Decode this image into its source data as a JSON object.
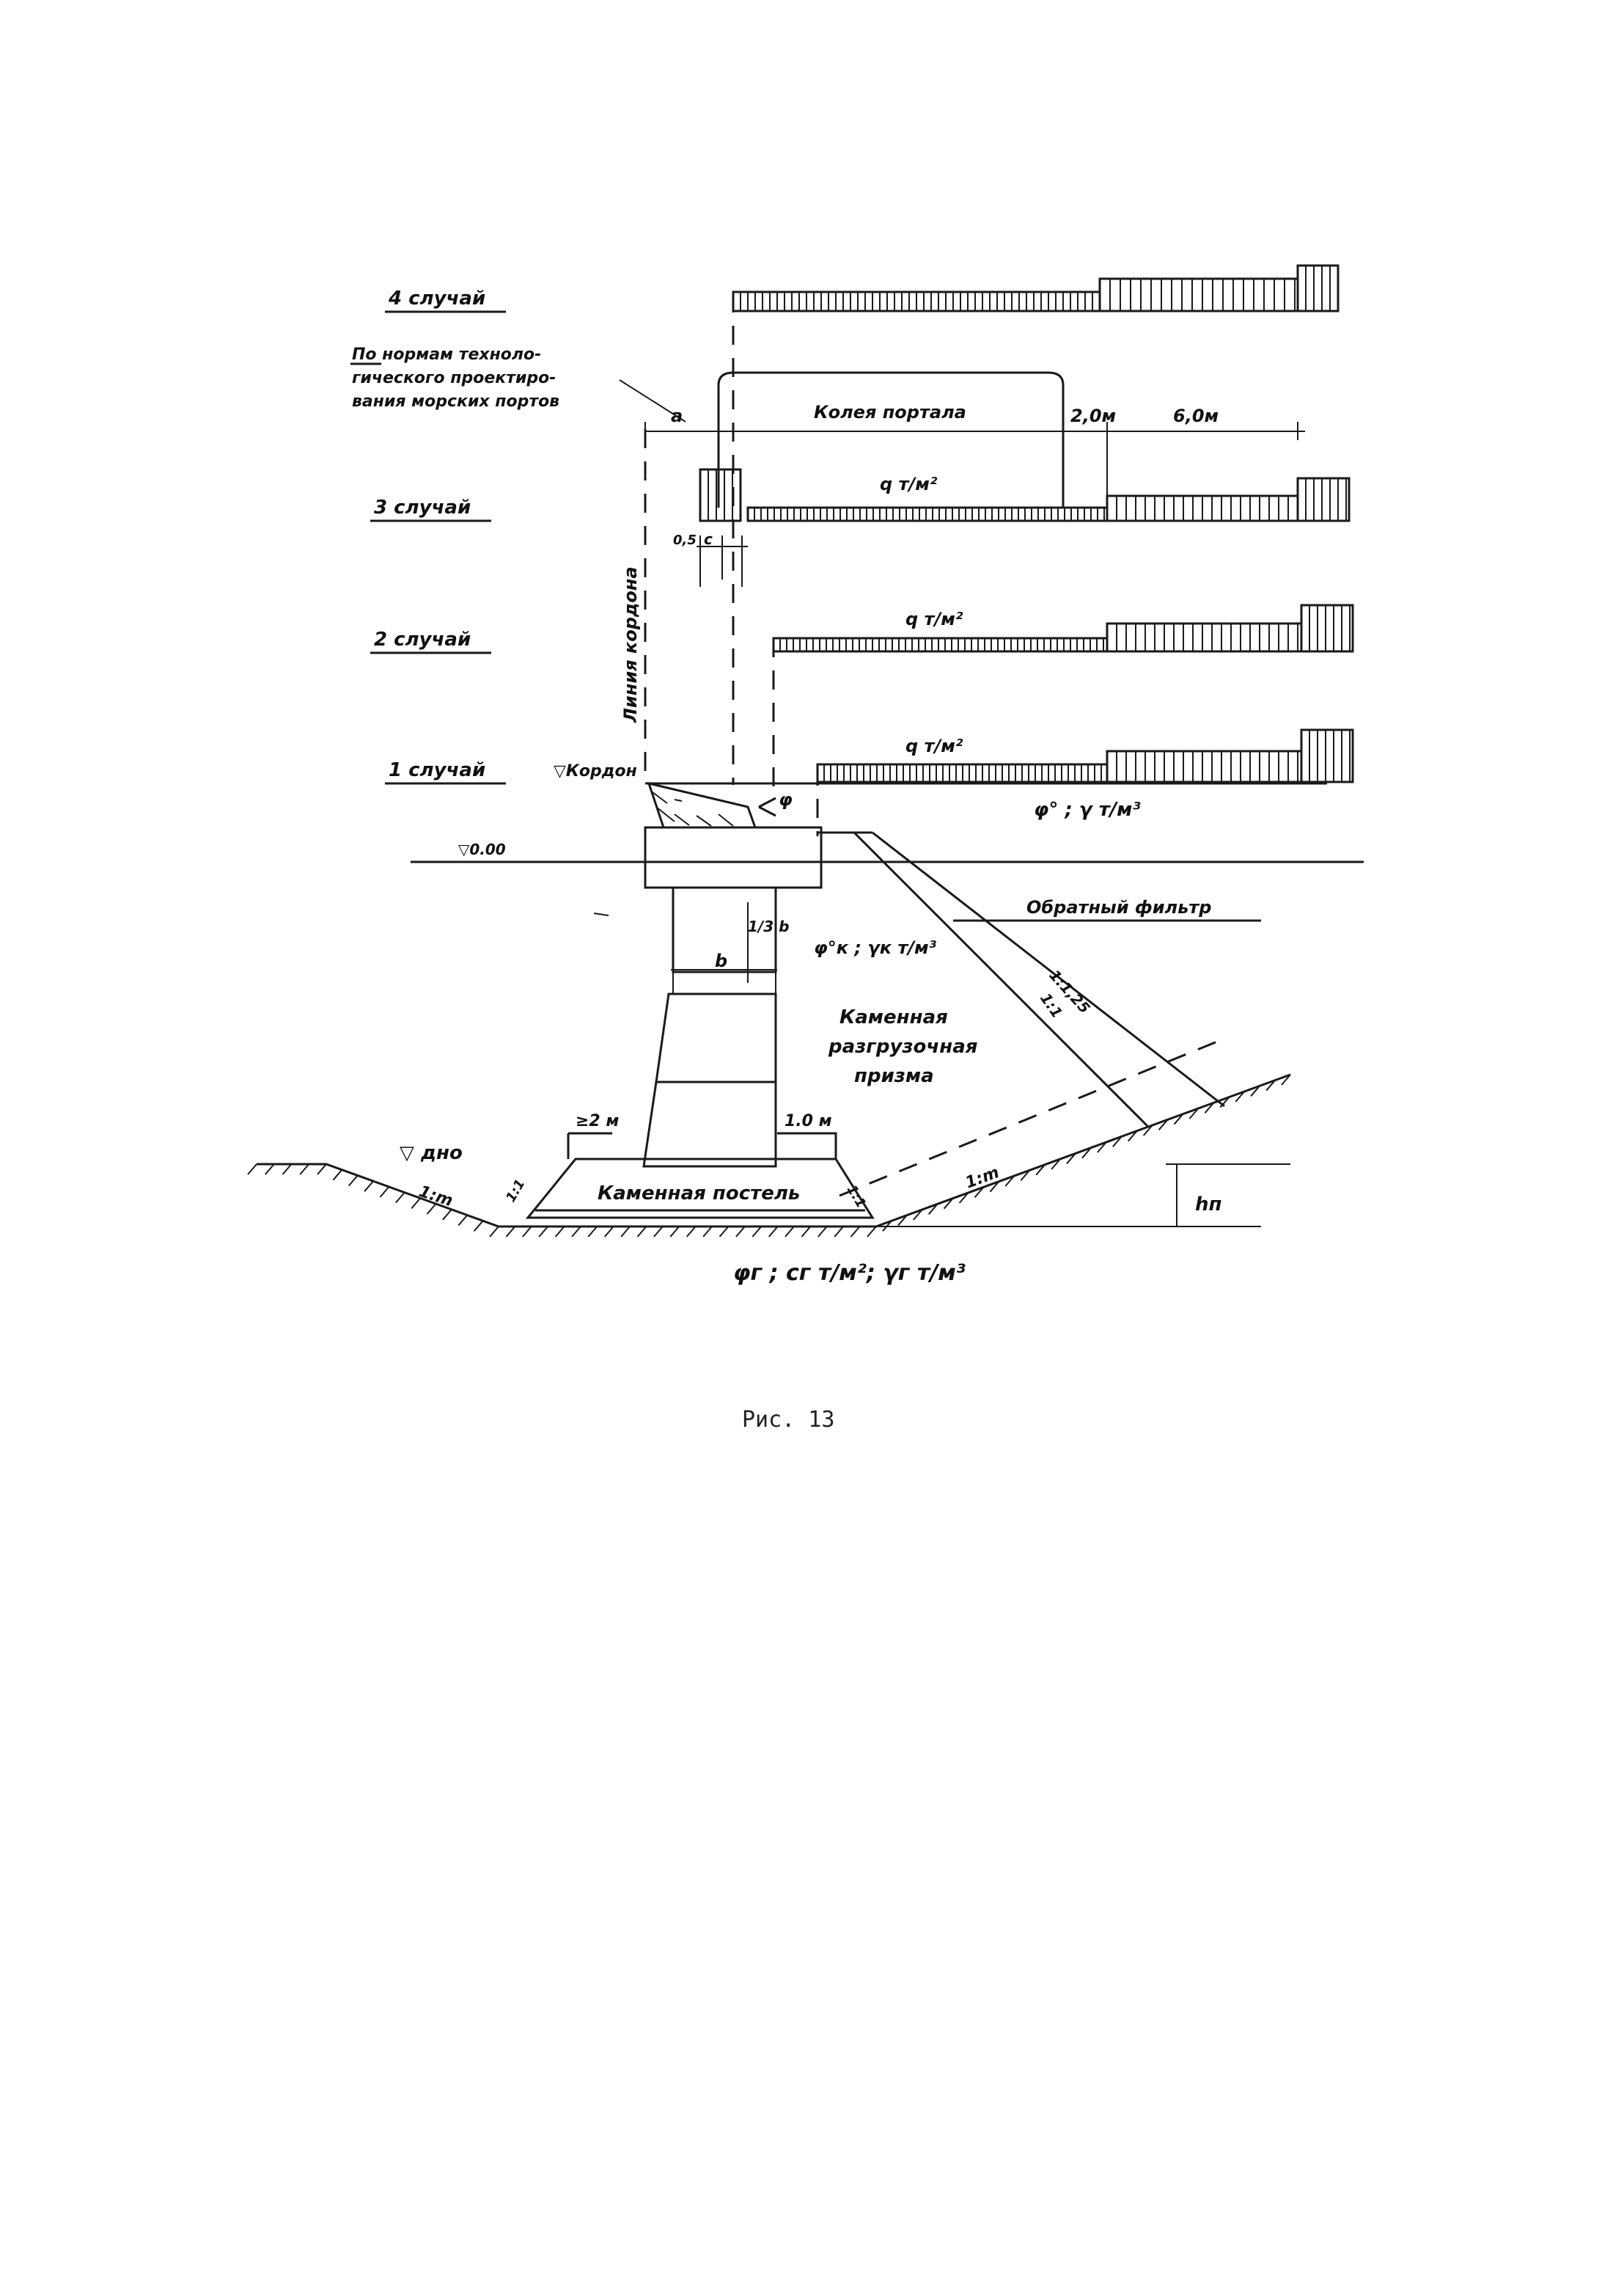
{
  "figure": {
    "case_labels": [
      "4 случай",
      "3 случай",
      "2 случай",
      "1 случай"
    ],
    "note_lines": [
      "По нормам техноло-",
      "гического проектиро-",
      "вания морских портов"
    ],
    "portal_track": "Колея портала",
    "dim_a": "a",
    "dim_2m": "2,0м",
    "dim_6m": "6,0м",
    "load_q": "q т/м²",
    "dim_05": "0,5",
    "dim_c": "c",
    "cordon_line": "Линия кордона",
    "cordon_mark": "▽Кордон",
    "angle_phi": "φ",
    "soil_params": "φ° ; γ т/м³",
    "water_level": "▽0.00",
    "dim_third_b": "1/3 b",
    "dim_b": "b",
    "prism_params": "φ°к ; γк т/м³",
    "reverse_filter": "Обратный фильтр",
    "slope_125": "1:1,25",
    "slope_11": "1:1",
    "prism_lines": [
      "Каменная",
      "разгрузочная",
      "призма"
    ],
    "dim_ge2m": "≥2 м",
    "dim_1m": "1.0 м",
    "bottom_mark": "▽ дно",
    "slope_1m": "1:m",
    "bedding": "Каменная постель",
    "dim_hn": "hп",
    "base_params": "φг ;  cг т/м²; γг т/м³",
    "caption": "Рис. 13"
  }
}
